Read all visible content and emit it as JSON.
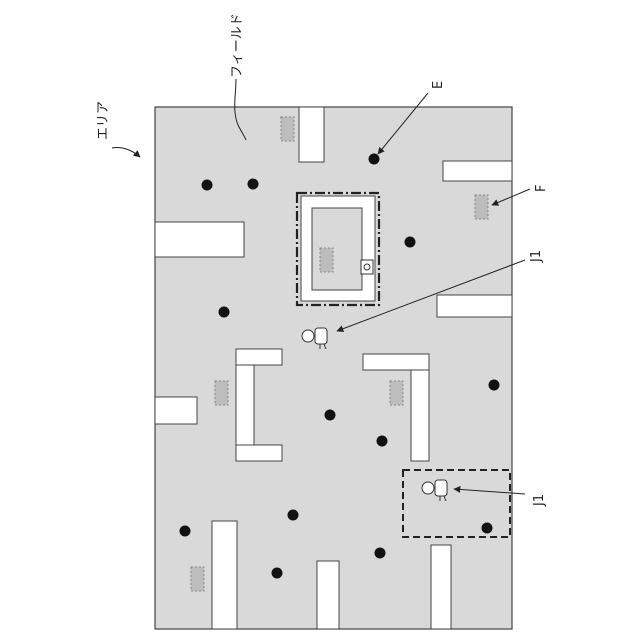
{
  "labels": {
    "area": "エリア",
    "field": "フィールド",
    "e": "E",
    "f": "F",
    "j1_upper": "J1",
    "j1_lower": "J1"
  },
  "colors": {
    "field_fill": "#d9d9d9",
    "field_stroke": "#444444",
    "obstacle_fill": "#ffffff",
    "marker_fill": "#bdbdbd",
    "dot_fill": "#111111"
  }
}
